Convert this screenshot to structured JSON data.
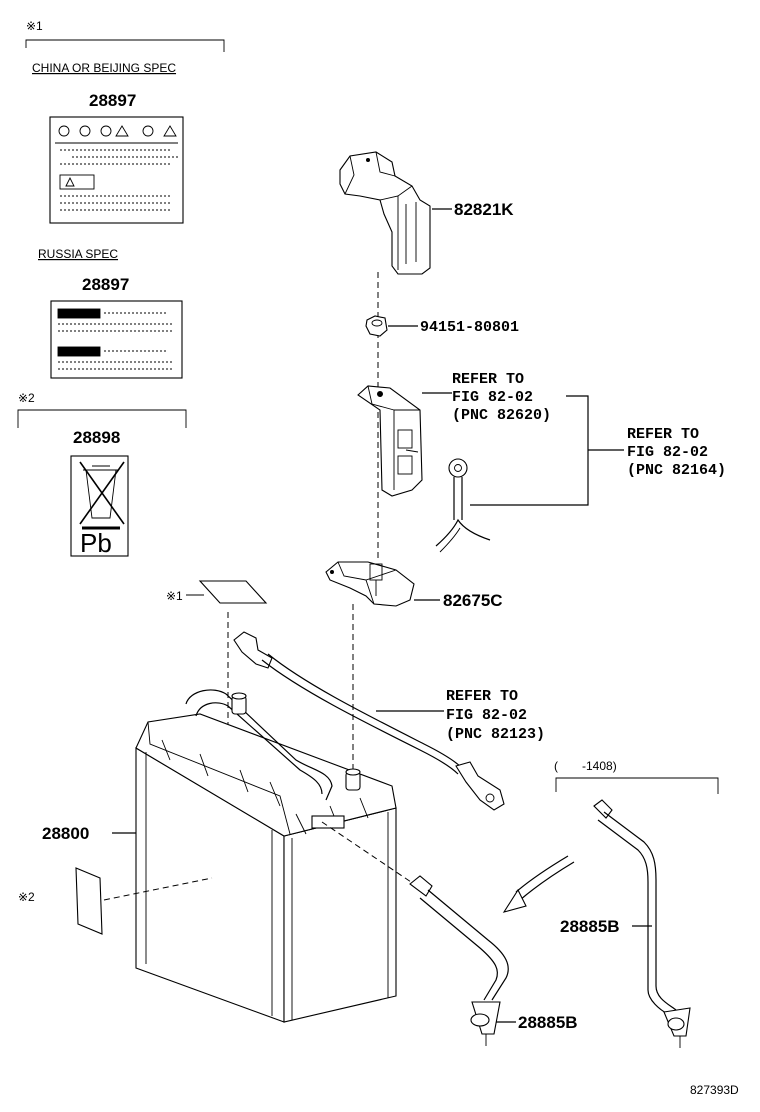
{
  "notes": {
    "note1_mark": "※1",
    "note2_mark": "※2"
  },
  "labels_section": {
    "china_spec_title": "CHINA OR BEIJING SPEC",
    "china_part": "28897",
    "russia_spec_title": "RUSSIA SPEC",
    "russia_part": "28897",
    "recycle_part": "28898",
    "recycle_symbol_text": "Pb"
  },
  "callouts": {
    "terminal_cover": "82821K",
    "nut": "94151-80801",
    "clamp": "82675C",
    "battery": "28800",
    "sensor_cable_a": "28885B",
    "sensor_cable_b": "28885B",
    "sticker_note": "※1",
    "side_label_note": "※2"
  },
  "references": {
    "ref_a": {
      "line1": "REFER TO",
      "line2": "FIG 82-02",
      "line3": "(PNC 82620)"
    },
    "ref_b": {
      "line1": "REFER TO",
      "line2": "FIG 82-02",
      "line3": "(PNC 82164)"
    },
    "ref_c": {
      "line1": "REFER TO",
      "line2": "FIG 82-02",
      "line3": "(PNC 82123)"
    }
  },
  "date_range": "(　　-1408)",
  "figure_id": "827393D"
}
